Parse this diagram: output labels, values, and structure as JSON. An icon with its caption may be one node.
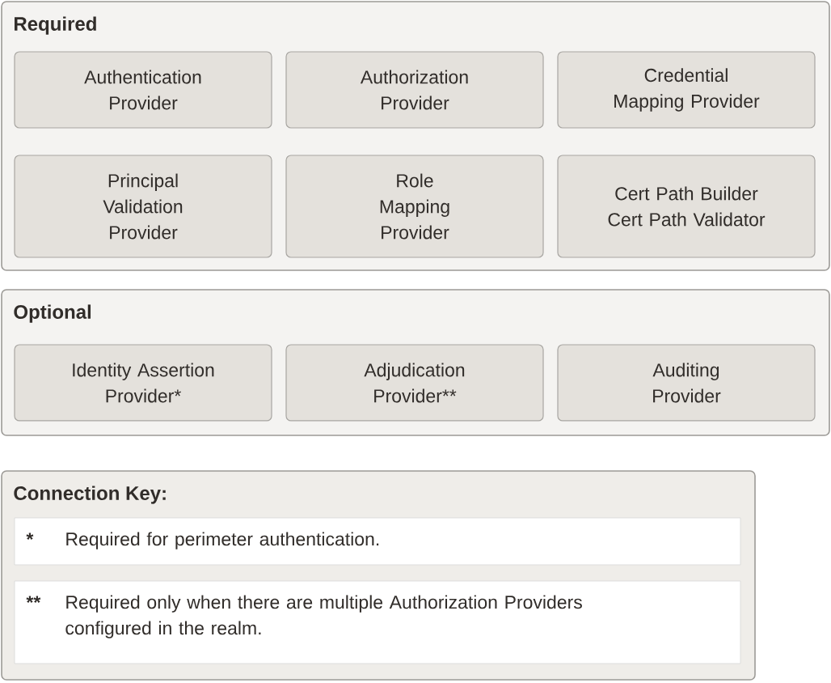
{
  "diagram": {
    "nodes": [
      {
        "text": [
          "Required"
        ]
      },
      {
        "text": [
          "Authentication Provider"
        ],
        "in": 0
      },
      {
        "text": [
          "Authorization Provider"
        ],
        "in": 0
      },
      {
        "text": [
          "Credential Mapping Provider"
        ],
        "in": 0
      },
      {
        "text": [
          "Principal Validation Provider"
        ],
        "in": 0
      },
      {
        "text": [
          "Role Mapping Provider"
        ],
        "in": 0
      },
      {
        "text": [
          "Cert Path Builder Cert Path Validator"
        ],
        "in": 0
      },
      {
        "text": [
          "Optional"
        ]
      },
      {
        "text": [
          "Identity Assertion Provider*"
        ],
        "in": 7
      },
      {
        "text": [
          "Adjudication Provider**"
        ],
        "in": 7
      },
      {
        "text": [
          "Auditing Provider"
        ],
        "in": 7
      },
      {
        "text": [
          "Connection Key:"
        ]
      },
      {
        "text": [
          "*",
          "Required for perimeter authentication."
        ],
        "in": 11
      },
      {
        "text": [
          "**",
          "Required only when there are multiple Authorization Providers configured in the realm."
        ],
        "in": 11
      }
    ]
  }
}
